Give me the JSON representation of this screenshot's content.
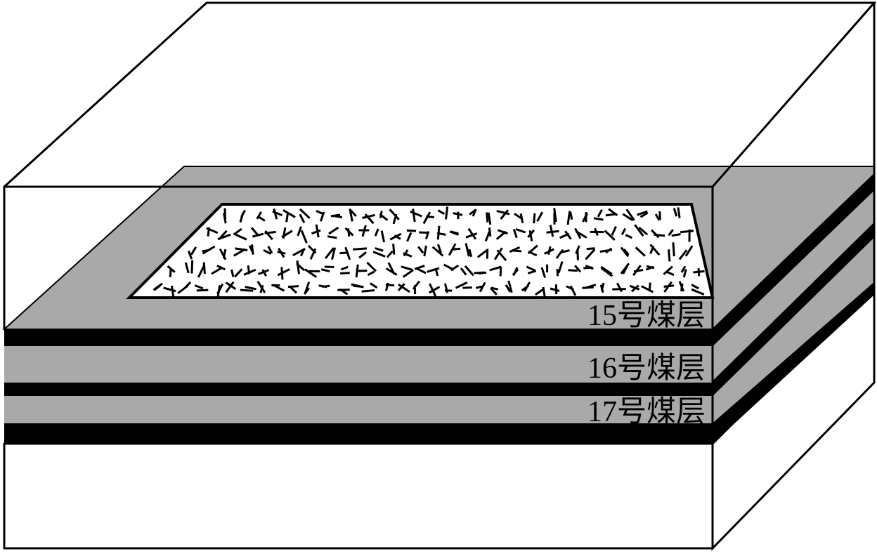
{
  "diagram": {
    "seams": [
      {
        "label": "15号煤层"
      },
      {
        "label": "16号煤层"
      },
      {
        "label": "17号煤层"
      }
    ],
    "colors": {
      "seam_fill": "#a9a9a9",
      "parting_fill": "#000000",
      "rock_fill": "#ffffff",
      "outline": "#000000",
      "goaf_fill": "#ffffff"
    }
  }
}
